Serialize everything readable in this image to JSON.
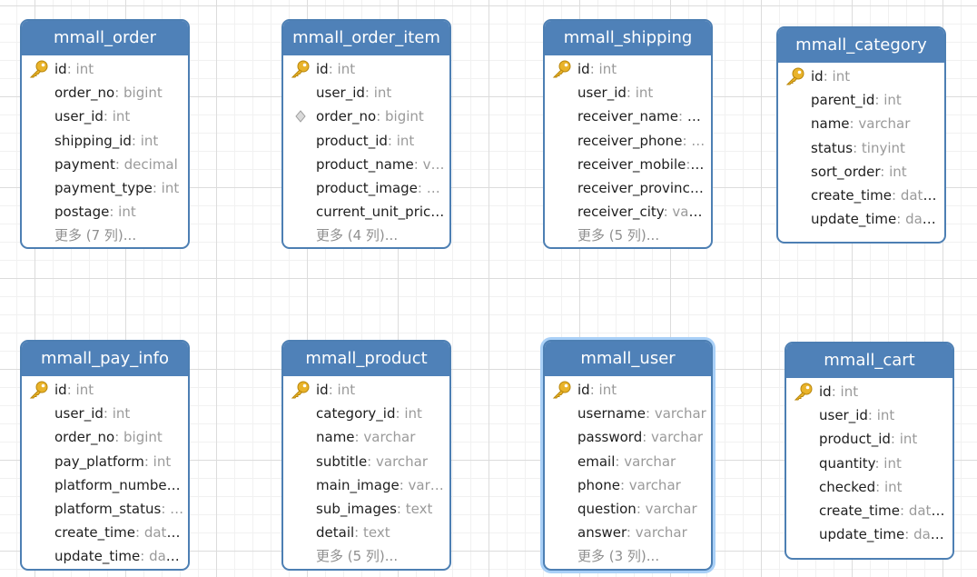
{
  "tables": [
    {
      "id": "order",
      "name": "mmall_order",
      "columns": [
        {
          "name": "id",
          "type": "int",
          "icon": "primary-key-icon"
        },
        {
          "name": "order_no",
          "type": "bigint",
          "icon": ""
        },
        {
          "name": "user_id",
          "type": "int",
          "icon": ""
        },
        {
          "name": "shipping_id",
          "type": "int",
          "icon": ""
        },
        {
          "name": "payment",
          "type": "decimal",
          "icon": ""
        },
        {
          "name": "payment_type",
          "type": "int",
          "icon": ""
        },
        {
          "name": "postage",
          "type": "int",
          "icon": ""
        }
      ],
      "more": "更多 (7 列)..."
    },
    {
      "id": "order-item",
      "name": "mmall_order_item",
      "columns": [
        {
          "name": "id",
          "type": "int",
          "icon": "primary-key-icon"
        },
        {
          "name": "user_id",
          "type": "int",
          "icon": ""
        },
        {
          "name": "order_no",
          "type": "bigint",
          "icon": "index-diamond-icon"
        },
        {
          "name": "product_id",
          "type": "int",
          "icon": ""
        },
        {
          "name": "product_name",
          "type": "v…",
          "icon": ""
        },
        {
          "name": "product_image",
          "type": "…",
          "icon": ""
        },
        {
          "name": "current_unit_price…",
          "type": "",
          "icon": ""
        }
      ],
      "more": "更多 (4 列)..."
    },
    {
      "id": "shipping",
      "name": "mmall_shipping",
      "columns": [
        {
          "name": "id",
          "type": "int",
          "icon": "primary-key-icon"
        },
        {
          "name": "user_id",
          "type": "int",
          "icon": ""
        },
        {
          "name": "receiver_name",
          "type": "v…",
          "icon": ""
        },
        {
          "name": "receiver_phone",
          "type": "…",
          "icon": ""
        },
        {
          "name": "receiver_mobile",
          "type": "…",
          "icon": ""
        },
        {
          "name": "receiver_province…",
          "type": "",
          "icon": ""
        },
        {
          "name": "receiver_city",
          "type": "varc…",
          "icon": ""
        }
      ],
      "more": "更多 (5 列)..."
    },
    {
      "id": "category",
      "name": "mmall_category",
      "columns": [
        {
          "name": "id",
          "type": "int",
          "icon": "primary-key-icon"
        },
        {
          "name": "parent_id",
          "type": "int",
          "icon": ""
        },
        {
          "name": "name",
          "type": "varchar",
          "icon": ""
        },
        {
          "name": "status",
          "type": "tinyint",
          "icon": ""
        },
        {
          "name": "sort_order",
          "type": "int",
          "icon": ""
        },
        {
          "name": "create_time",
          "type": "date…",
          "icon": ""
        },
        {
          "name": "update_time",
          "type": "dat…",
          "icon": ""
        }
      ],
      "more": ""
    },
    {
      "id": "pay-info",
      "name": "mmall_pay_info",
      "columns": [
        {
          "name": "id",
          "type": "int",
          "icon": "primary-key-icon"
        },
        {
          "name": "user_id",
          "type": "int",
          "icon": ""
        },
        {
          "name": "order_no",
          "type": "bigint",
          "icon": ""
        },
        {
          "name": "pay_platform",
          "type": "int",
          "icon": ""
        },
        {
          "name": "platform_number…",
          "type": "",
          "icon": ""
        },
        {
          "name": "platform_status",
          "type": "…",
          "icon": ""
        },
        {
          "name": "create_time",
          "type": "date…",
          "icon": ""
        },
        {
          "name": "update_time",
          "type": "dat…",
          "icon": ""
        }
      ],
      "more": ""
    },
    {
      "id": "product",
      "name": "mmall_product",
      "columns": [
        {
          "name": "id",
          "type": "int",
          "icon": "primary-key-icon"
        },
        {
          "name": "category_id",
          "type": "int",
          "icon": ""
        },
        {
          "name": "name",
          "type": "varchar",
          "icon": ""
        },
        {
          "name": "subtitle",
          "type": "varchar",
          "icon": ""
        },
        {
          "name": "main_image",
          "type": "var…",
          "icon": ""
        },
        {
          "name": "sub_images",
          "type": "text",
          "icon": ""
        },
        {
          "name": "detail",
          "type": "text",
          "icon": ""
        }
      ],
      "more": "更多 (5 列)..."
    },
    {
      "id": "user",
      "name": "mmall_user",
      "selected": true,
      "columns": [
        {
          "name": "id",
          "type": "int",
          "icon": "primary-key-icon"
        },
        {
          "name": "username",
          "type": "varchar",
          "icon": ""
        },
        {
          "name": "password",
          "type": "varchar",
          "icon": ""
        },
        {
          "name": "email",
          "type": "varchar",
          "icon": ""
        },
        {
          "name": "phone",
          "type": "varchar",
          "icon": ""
        },
        {
          "name": "question",
          "type": "varchar",
          "icon": ""
        },
        {
          "name": "answer",
          "type": "varchar",
          "icon": ""
        }
      ],
      "more": "更多 (3 列)..."
    },
    {
      "id": "cart",
      "name": "mmall_cart",
      "columns": [
        {
          "name": "id",
          "type": "int",
          "icon": "primary-key-icon"
        },
        {
          "name": "user_id",
          "type": "int",
          "icon": ""
        },
        {
          "name": "product_id",
          "type": "int",
          "icon": ""
        },
        {
          "name": "quantity",
          "type": "int",
          "icon": ""
        },
        {
          "name": "checked",
          "type": "int",
          "icon": ""
        },
        {
          "name": "create_time",
          "type": "date…",
          "icon": ""
        },
        {
          "name": "update_time",
          "type": "dat…",
          "icon": ""
        }
      ],
      "more": ""
    }
  ],
  "colors": {
    "header": "#4f81b8",
    "border": "#4d7fb3",
    "key_gold": "#e9b32a",
    "type_gray": "#9a9a9a",
    "selection_glow": "#a9d0f7"
  }
}
